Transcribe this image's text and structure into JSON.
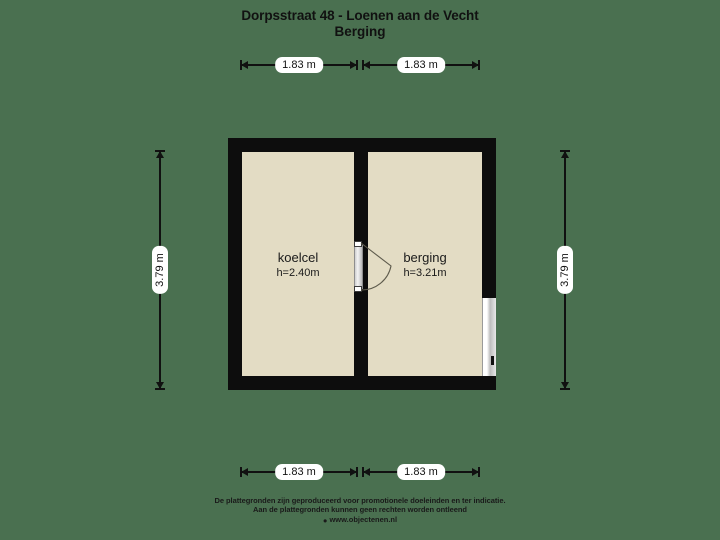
{
  "title": {
    "main": "Dorpsstraat 48 - Loenen aan de Vecht",
    "sub": "Berging"
  },
  "dimensions": {
    "top": [
      {
        "label": "1.83 m"
      },
      {
        "label": "1.83 m"
      }
    ],
    "bottom": [
      {
        "label": "1.83 m"
      },
      {
        "label": "1.83 m"
      }
    ],
    "left": {
      "label": "3.79 m"
    },
    "right": {
      "label": "3.79 m"
    }
  },
  "rooms": [
    {
      "name": "koelcel",
      "height": "h=2.40m"
    },
    {
      "name": "berging",
      "height": "h=3.21m"
    }
  ],
  "features": {
    "door_name": "swing-door",
    "window_name": "window"
  },
  "footer": {
    "line1": "De plattegronden zijn geproduceerd voor promotionele doeleinden en ter indicatie.",
    "line2": "Aan de plattegronden kunnen geen rechten worden ontleend",
    "site": "www.objectenen.nl"
  },
  "colors": {
    "background": "#4a7050",
    "wall": "#0d0d0d",
    "floor": "#e3dcc4",
    "text": "#111111",
    "label_bg": "#ffffff"
  }
}
